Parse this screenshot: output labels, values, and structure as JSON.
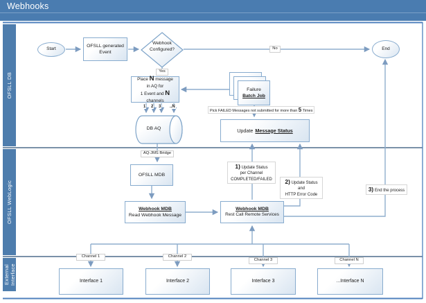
{
  "title": "Webhooks",
  "lanes": [
    {
      "label": "OFSLL DB"
    },
    {
      "label": "OFSLL WebLogic"
    },
    {
      "label": "External Interface"
    }
  ],
  "nodes": {
    "start": "Start",
    "end": "End",
    "event_box": "OFSLL generated Event",
    "decision": "Webhook Configured?",
    "yes_label": "Yes",
    "no_label": "No",
    "place_box": {
      "l1a": "Place",
      "l1n": "N",
      "l1b": "message",
      "l2": "in AQ for",
      "l3a": "1 Event and",
      "l3n": "N",
      "l3b": "channels"
    },
    "queue_labels": [
      "1",
      "2",
      "3",
      "..N"
    ],
    "db_aq": "DB AQ",
    "failure_box": {
      "l1": "Failure",
      "l2": "Batch Job"
    },
    "pick_label": {
      "a": "Pick FAILED Messages not submitted for more than",
      "n": "5",
      "b": "Times"
    },
    "update_status_box": {
      "a": "Update",
      "b": "Message Status"
    },
    "aq_jms_label": "AQ-JMS Bridge",
    "ofsll_mdb_box": "OFSLL MDB",
    "webhook_read_box": {
      "t": "Webhook MDB",
      "s": "Read Webhook Message"
    },
    "webhook_rest_box": {
      "t": "Webhook MDB",
      "s": "Rest Call Remote Services"
    },
    "annotation1": {
      "n": "1)",
      "l1": "Update Status",
      "l2": "per Channel",
      "l3": "COMPLETED/FAILED"
    },
    "annotation2": {
      "n": "2)",
      "l1": "Update Status and",
      "l2": "HTTP Error Code"
    },
    "annotation3": {
      "n": "3)",
      "l": "End the process"
    },
    "channels": [
      "Channel 1",
      "Channel 2",
      "Channel 3",
      "Channel N"
    ],
    "interfaces": [
      "Interface 1",
      "Interface 2",
      "Interface 3",
      "...Interface N"
    ]
  },
  "colors": {
    "header_bg": "#4a7cb0",
    "lane_bg": "#4e7dad",
    "line": "#8fadcd",
    "divider": "#4f6d8c",
    "border_blue": "#4f81bd",
    "box_border": "#87abce",
    "text": "#1c1c1c"
  }
}
